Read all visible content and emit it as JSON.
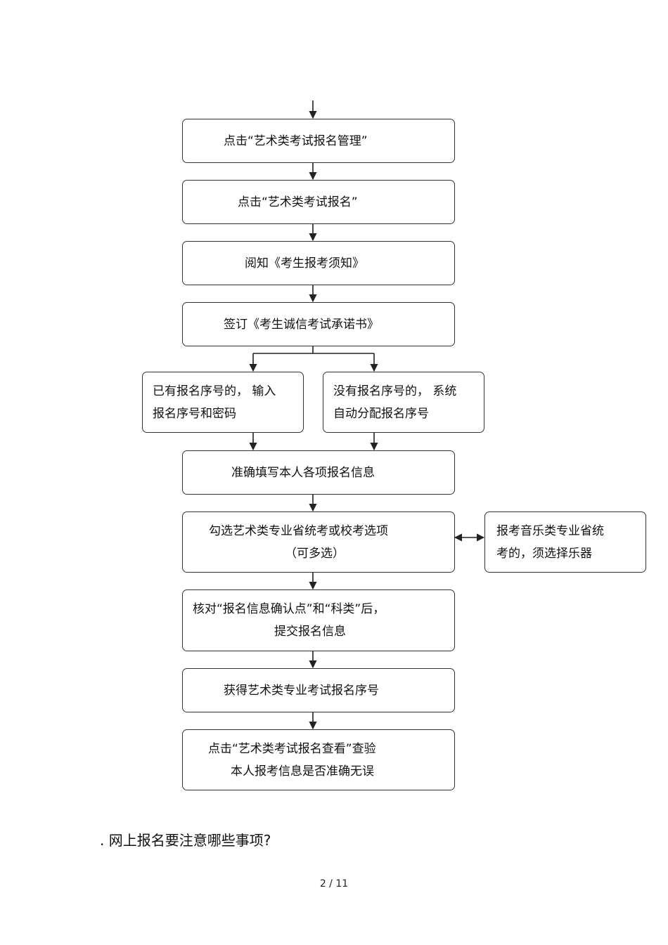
{
  "flowchart": {
    "step1": "点击“艺术类考试报名管理”",
    "step2": "点击“艺术类考试报名”",
    "step3": "阅知《考生报考须知》",
    "step4": "签订《考生诚信考试承诺书》",
    "branch_left": [
      "已有报名序号的， 输入",
      "报名序号和密码"
    ],
    "branch_right": [
      "没有报名序号的， 系统",
      "自动分配报名序号"
    ],
    "step5": "准确填写本人各项报名信息",
    "step6": [
      "勾选艺术类专业省统考或校考选项",
      "（可多选）"
    ],
    "side_note": [
      "报考音乐类专业省统",
      "考的，须选择乐器"
    ],
    "step7": [
      "核对“报名信息确认点”和“科类”后，",
      "提交报名信息"
    ],
    "step8": "获得艺术类专业考试报名序号",
    "step9": [
      "点击“艺术类考试报名查看”查验",
      "本人报考信息是否准确无误"
    ]
  },
  "question": ". 网上报名要注意哪些事项?",
  "page_number": "2 / 11"
}
